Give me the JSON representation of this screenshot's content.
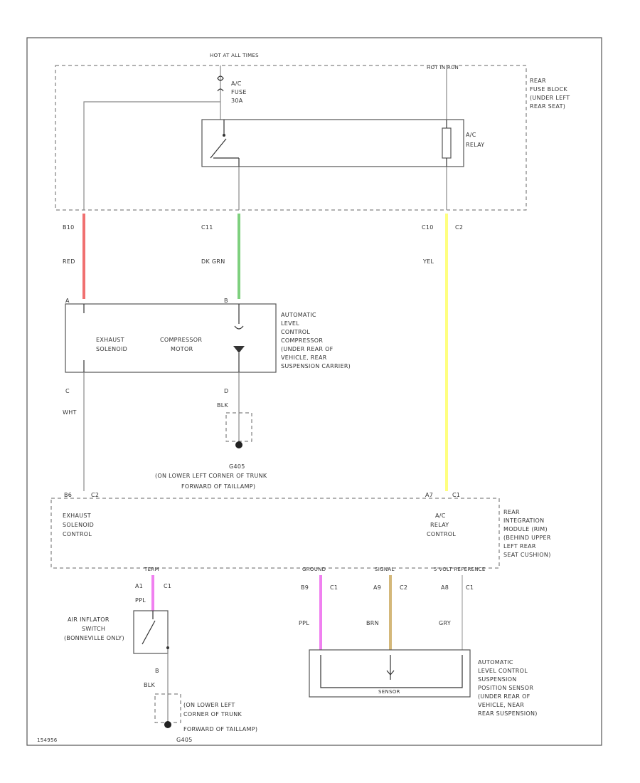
{
  "top": {
    "hot_at_all_times": "HOT AT ALL TIMES",
    "hot_in_run": "HOT IN RUN",
    "fuse": [
      "A/C",
      "FUSE",
      "30A"
    ],
    "fuse_block": [
      "REAR",
      "FUSE BLOCK",
      "(UNDER LEFT",
      "REAR SEAT)"
    ],
    "relay": [
      "A/C",
      "RELAY"
    ]
  },
  "wires": {
    "w1": {
      "pin": "B10",
      "color_label": "RED",
      "color": "#f07070"
    },
    "w2": {
      "pin": "C11",
      "color_label": "DK GRN",
      "color": "#7ed07e"
    },
    "w3": {
      "pin": "C10",
      "conn": "C2",
      "color_label": "YEL",
      "color": "#ffff80"
    }
  },
  "compressor": {
    "pin_a": "A",
    "pin_b": "B",
    "pin_c": "C",
    "pin_d": "D",
    "exhaust_solenoid": [
      "EXHAUST",
      "SOLENOID"
    ],
    "compressor_motor": [
      "COMPRESSOR",
      "MOTOR"
    ],
    "label": [
      "AUTOMATIC",
      "LEVEL",
      "CONTROL",
      "COMPRESSOR",
      "(UNDER REAR OF",
      "VEHICLE, REAR",
      "SUSPENSION CARRIER)"
    ]
  },
  "ground1": {
    "wire_label": "BLK",
    "name": "G405",
    "desc": [
      "(ON LOWER LEFT CORNER OF TRUNK",
      "FORWARD OF TAILLAMP)"
    ]
  },
  "lower_wires": {
    "wht": "WHT",
    "exhaust_pin": "B6",
    "exhaust_conn": "C2",
    "relay_pin": "A7",
    "relay_conn": "C1"
  },
  "module": {
    "exhaust_control": [
      "EXHAUST",
      "SOLENOID",
      "CONTROL"
    ],
    "relay_control": [
      "A/C",
      "RELAY",
      "CONTROL"
    ],
    "label": [
      "REAR",
      "INTEGRATION",
      "MODULE (RIM)",
      "(BEHIND UPPER",
      "LEFT REAR",
      "SEAT CUSHION)"
    ],
    "tab_1": "TERM",
    "tab_2": "GROUND",
    "tab_3": "SIGNAL",
    "tab_4": "5 VOLT REFERENCE"
  },
  "switch_branch": {
    "pin": "A1",
    "conn": "C1",
    "wire": "PPL",
    "switch_label": [
      "AIR INFLATOR",
      "SWITCH",
      "(BONNEVILLE ONLY)"
    ],
    "pin_b": "B",
    "blk": "BLK",
    "ground_desc": [
      "(ON LOWER LEFT",
      "CORNER OF TRUNK",
      "FORWARD OF TAILLAMP)"
    ],
    "ground_name": "G405"
  },
  "sensor_wires": {
    "s1": {
      "pin": "B9",
      "conn": "C1",
      "label": "PPL",
      "color": "#f080f0"
    },
    "s2": {
      "pin": "A9",
      "conn": "C2",
      "label": "BRN",
      "color": "#d4b87a"
    },
    "s3": {
      "pin": "A8",
      "conn": "C1",
      "label": "GRY",
      "color": "#c8c8c8"
    }
  },
  "sensor": {
    "label": [
      "AUTOMATIC",
      "LEVEL CONTROL",
      "SUSPENSION",
      "POSITION SENSOR",
      "(UNDER REAR OF",
      "VEHICLE, NEAR",
      "REAR SUSPENSION)"
    ],
    "inner": "SENSOR"
  },
  "footer": {
    "code": "154956"
  },
  "colors": {
    "ppl_wire": "#f080f0"
  }
}
